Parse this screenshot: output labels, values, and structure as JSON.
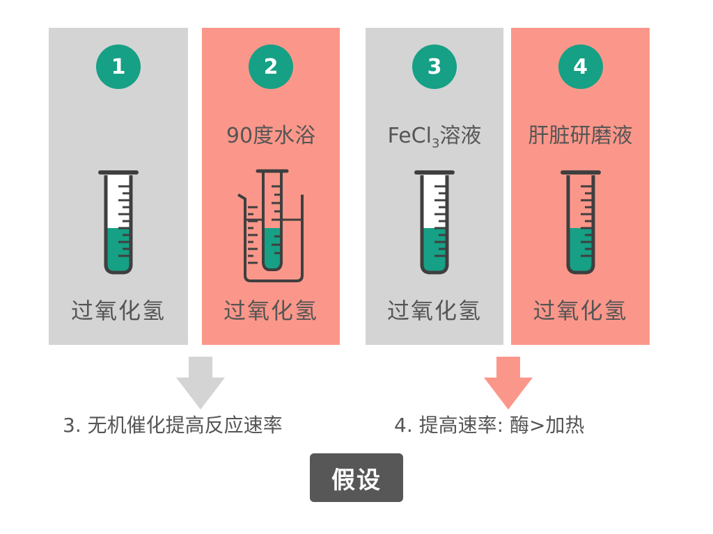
{
  "colors": {
    "card_gray": "#d4d4d4",
    "card_salmon": "#fb978a",
    "badge": "#16a085",
    "liquid": "#16a085",
    "text": "#555555",
    "arrow_gray": "#d4d4d4",
    "arrow_salmon": "#fb978a",
    "hypothesis_bg": "#575757"
  },
  "cards": [
    {
      "number": "1",
      "condition": "",
      "substance": "过氧化氢",
      "apparatus": "test-tube-icon"
    },
    {
      "number": "2",
      "condition": "90度水浴",
      "substance": "过氧化氢",
      "apparatus": "beaker-with-test-tube-icon"
    },
    {
      "number": "3",
      "condition_main": "FeCl",
      "condition_sub": "3",
      "condition_tail": "溶液",
      "substance": "过氧化氢",
      "apparatus": "test-tube-icon"
    },
    {
      "number": "4",
      "condition": "肝脏研磨液",
      "substance": "过氧化氢",
      "apparatus": "test-tube-icon"
    }
  ],
  "conclusions": [
    {
      "text": "3. 无机催化提高反应速率",
      "arrow": "down-arrow-icon"
    },
    {
      "text": "4. 提高速率: 酶>加热",
      "arrow": "down-arrow-icon"
    }
  ],
  "hypothesis_label": "假设"
}
